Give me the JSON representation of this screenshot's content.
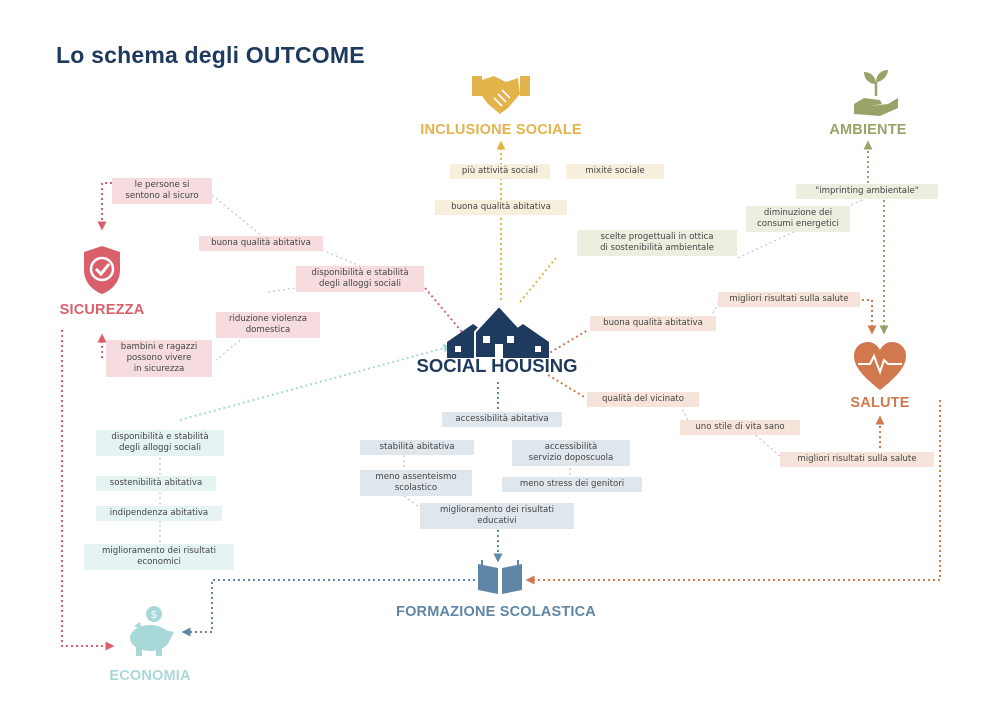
{
  "title": "Lo schema degli OUTCOME",
  "center": "SOCIAL HOUSING",
  "colors": {
    "navy": "#1f3a5f",
    "sicurezza": "#d9606b",
    "inclusione": "#e3b34c",
    "ambiente": "#9aa26a",
    "salute": "#d1784f",
    "formazione": "#5f86a6",
    "economia": "#a9d8d8"
  },
  "categories": {
    "sicurezza": "SICUREZZA",
    "inclusione": "INCLUSIONE SOCIALE",
    "ambiente": "AMBIENTE",
    "salute": "SALUTE",
    "formazione": "FORMAZIONE SCOLASTICA",
    "economia": "ECONOMIA"
  },
  "icons": {
    "sicurezza": "shield-check-icon",
    "inclusione": "handshake-icon",
    "ambiente": "hand-plant-icon",
    "salute": "heart-pulse-icon",
    "formazione": "open-book-icon",
    "economia": "piggy-bank-icon",
    "center": "houses-icon"
  },
  "labels": {
    "sic_sicuro": "le persone si\nsentono al sicuro",
    "sic_buona": "buona qualità abitativa",
    "sic_disponibilita": "disponibilità e stabilità\ndegli alloggi sociali",
    "sic_violenza": "riduzione violenza\ndomestica",
    "sic_bambini": "bambini e ragazzi\npossono vivere\nin sicurezza",
    "inc_attivita": "più attività sociali",
    "inc_mixite": "mixité sociale",
    "inc_buona": "buona qualità abitativa",
    "amb_scelte": "scelte progettuali in ottica\ndi sostenibilità ambientale",
    "amb_consumi": "diminuzione dei\nconsumi energetici",
    "amb_imprinting": "\"imprinting ambientale\"",
    "sal_migliori1": "migliori risultati sulla salute",
    "sal_buona": "buona qualità abitativa",
    "sal_vicinato": "qualità del vicinato",
    "sal_stile": "uno stile di vita sano",
    "sal_migliori2": "migliori risultati sulla salute",
    "for_accessibilita": "accessibilità abitativa",
    "for_stabilita": "stabilità abitativa",
    "for_doposcuola": "accessibilità\nservizio doposcuola",
    "for_assenteismo": "meno assenteismo\nscolastico",
    "for_stress": "meno stress dei genitori",
    "for_risultati": "miglioramento dei risultati\neducativi",
    "eco_disponibilita": "disponibilità e stabilità\ndegli alloggi sociali",
    "eco_sostenibilita": "sostenibilità abitativa",
    "eco_indipendenza": "indipendenza  abitativa",
    "eco_risultati": "miglioramento dei risultati\neconomici"
  }
}
